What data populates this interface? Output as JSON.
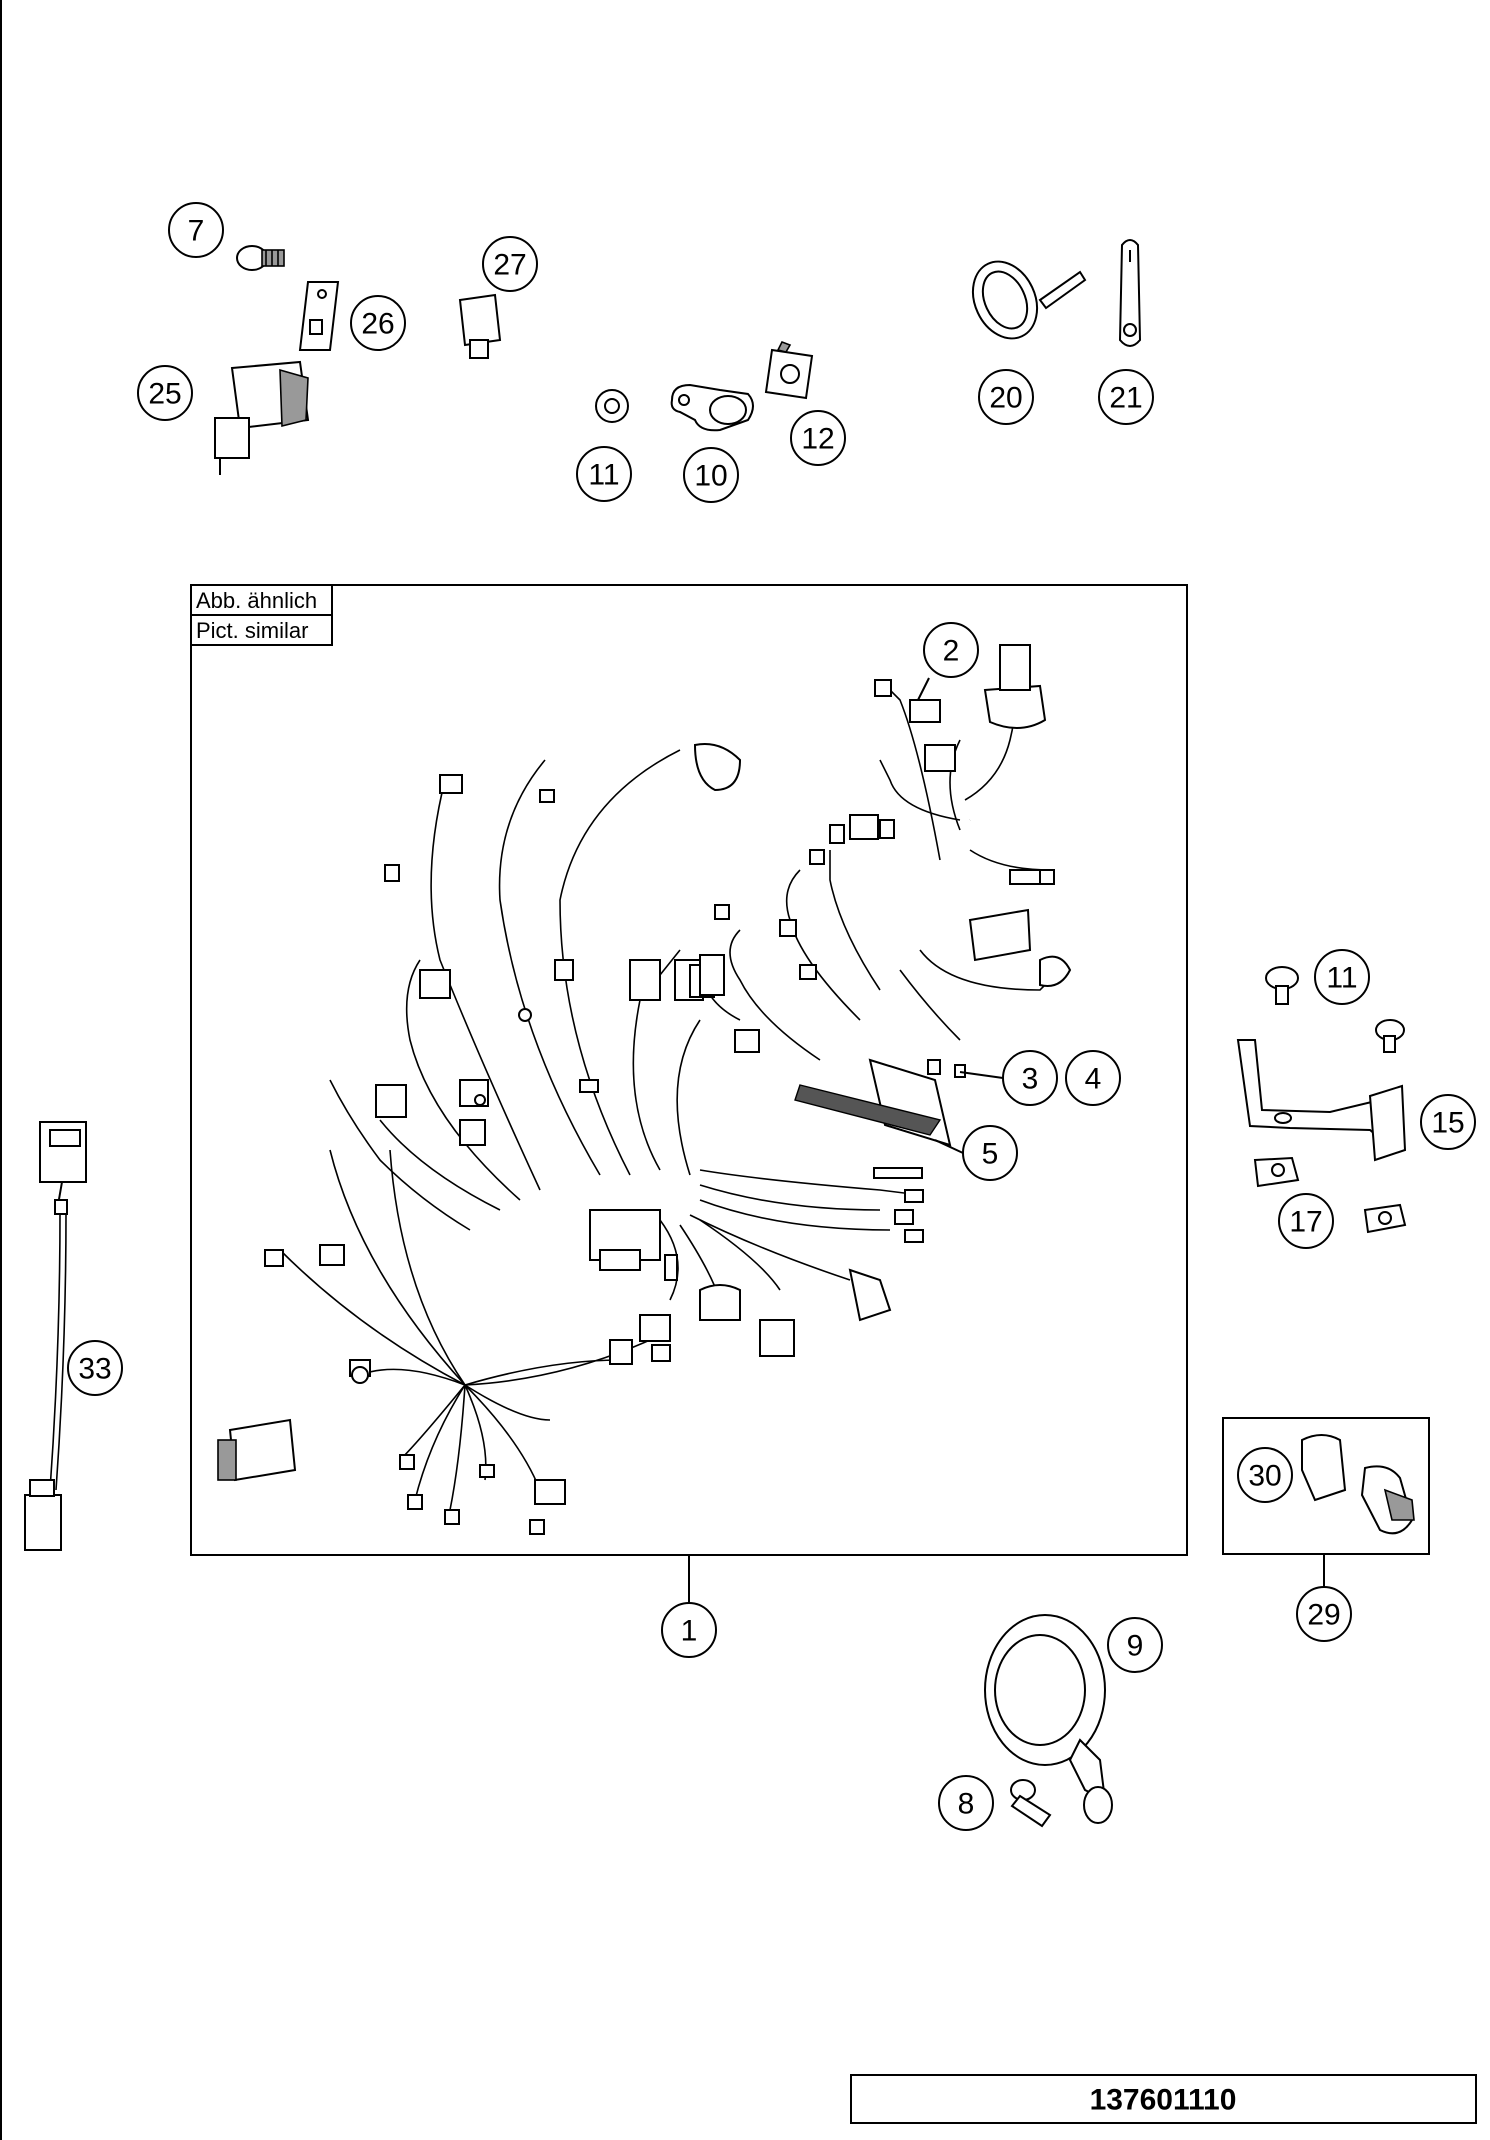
{
  "diagram": {
    "note_de": "Abb. ähnlich",
    "note_en": "Pict. similar",
    "part_number": "137601110"
  },
  "callouts": [
    {
      "id": "c1",
      "label": "1"
    },
    {
      "id": "c2",
      "label": "2"
    },
    {
      "id": "c3",
      "label": "3"
    },
    {
      "id": "c4",
      "label": "4"
    },
    {
      "id": "c5",
      "label": "5"
    },
    {
      "id": "c7",
      "label": "7"
    },
    {
      "id": "c8",
      "label": "8"
    },
    {
      "id": "c9",
      "label": "9"
    },
    {
      "id": "c10",
      "label": "10"
    },
    {
      "id": "c11a",
      "label": "11"
    },
    {
      "id": "c11b",
      "label": "11"
    },
    {
      "id": "c12",
      "label": "12"
    },
    {
      "id": "c15",
      "label": "15"
    },
    {
      "id": "c17",
      "label": "17"
    },
    {
      "id": "c20",
      "label": "20"
    },
    {
      "id": "c21",
      "label": "21"
    },
    {
      "id": "c25",
      "label": "25"
    },
    {
      "id": "c26",
      "label": "26"
    },
    {
      "id": "c27",
      "label": "27"
    },
    {
      "id": "c29",
      "label": "29"
    },
    {
      "id": "c30",
      "label": "30"
    },
    {
      "id": "c33",
      "label": "33"
    }
  ]
}
